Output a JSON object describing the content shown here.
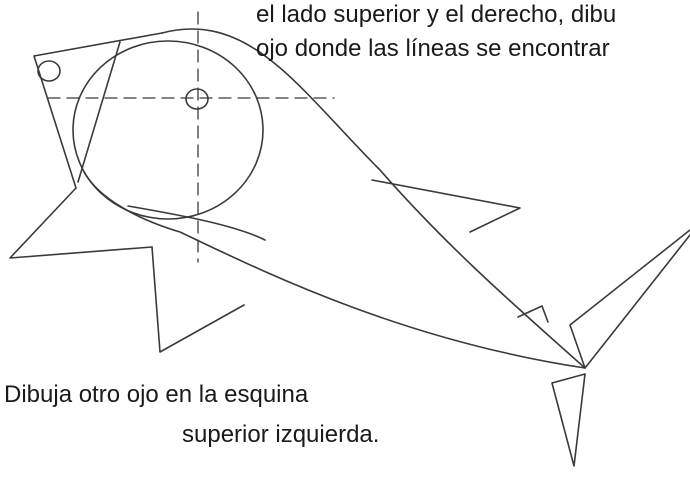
{
  "instructions": {
    "top_line_1": "el lado superior y el derecho, dibu",
    "top_line_2": "ojo donde las líneas se encontrar",
    "bottom_line_1": "Dibuja otro ojo en la esquina",
    "bottom_line_2": "superior izquierda."
  },
  "colors": {
    "stroke": "#3a3a3a",
    "text": "#1a1a1a"
  }
}
